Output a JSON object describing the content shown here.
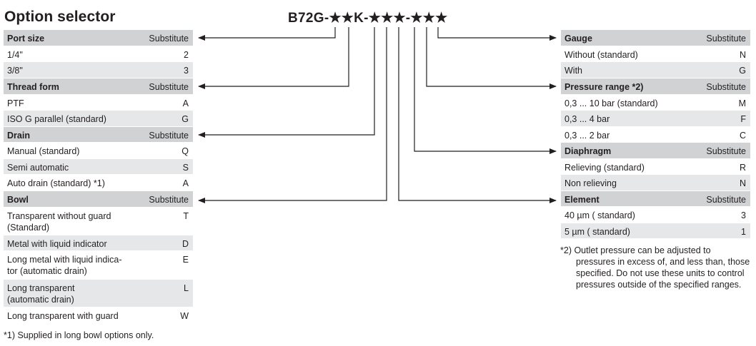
{
  "title": "Option selector",
  "model_code": "B72G-★★K-★★★-★★★",
  "left": {
    "sections": [
      {
        "name": "Port size",
        "sub": "Substitute",
        "options": [
          {
            "label": "1/4\"",
            "code": "2"
          },
          {
            "label": "3/8\"",
            "code": "3"
          }
        ]
      },
      {
        "name": "Thread form",
        "sub": "Substitute",
        "options": [
          {
            "label": "PTF",
            "code": "A"
          },
          {
            "label": "ISO G parallel (standard)",
            "code": "G"
          }
        ]
      },
      {
        "name": "Drain",
        "sub": "Substitute",
        "options": [
          {
            "label": "Manual (standard)",
            "code": "Q"
          },
          {
            "label": "Semi automatic",
            "code": "S"
          },
          {
            "label": "Auto drain (standard) *1)",
            "code": "A"
          }
        ]
      },
      {
        "name": "Bowl",
        "sub": "Substitute",
        "options": [
          {
            "label": "Transparent without guard",
            "label2": "(Standard)",
            "code": "T"
          },
          {
            "label": "Metal with liquid indicator",
            "code": "D"
          },
          {
            "label": "Long metal with liquid indica-",
            "label2": "tor (automatic drain)",
            "code": "E"
          },
          {
            "label": "Long transparent",
            "label2": "(automatic drain)",
            "code": "L"
          },
          {
            "label": "Long transparent with guard",
            "code": "W"
          }
        ]
      }
    ],
    "footnote": "*1)  Supplied in long bowl options only."
  },
  "right": {
    "sections": [
      {
        "name": "Gauge",
        "sub": "Substitute",
        "options": [
          {
            "label": "Without (standard)",
            "code": "N"
          },
          {
            "label": "With",
            "code": "G"
          }
        ]
      },
      {
        "name": "Pressure range *2)",
        "sub": "Substitute",
        "options": [
          {
            "label": "0,3 ... 10 bar (standard)",
            "code": "M"
          },
          {
            "label": "0,3 ... 4 bar",
            "code": "F"
          },
          {
            "label": "0,3 ... 2 bar",
            "code": "C"
          }
        ]
      },
      {
        "name": "Diaphragm",
        "sub": "Substitute",
        "options": [
          {
            "label": "Relieving (standard)",
            "code": "R"
          },
          {
            "label": "Non relieving",
            "code": "N"
          }
        ]
      },
      {
        "name": "Element",
        "sub": "Substitute",
        "options": [
          {
            "label": "40 µm ( standard)",
            "code": "3"
          },
          {
            "label": "5 µm ( standard)",
            "code": "1"
          }
        ]
      }
    ],
    "footnote_line1": "*2) Outlet pressure can be adjusted to",
    "footnote_rest": "pressures in excess of, and less than, those specified. Do not use these units to control pressures outside of the specified ranges."
  }
}
